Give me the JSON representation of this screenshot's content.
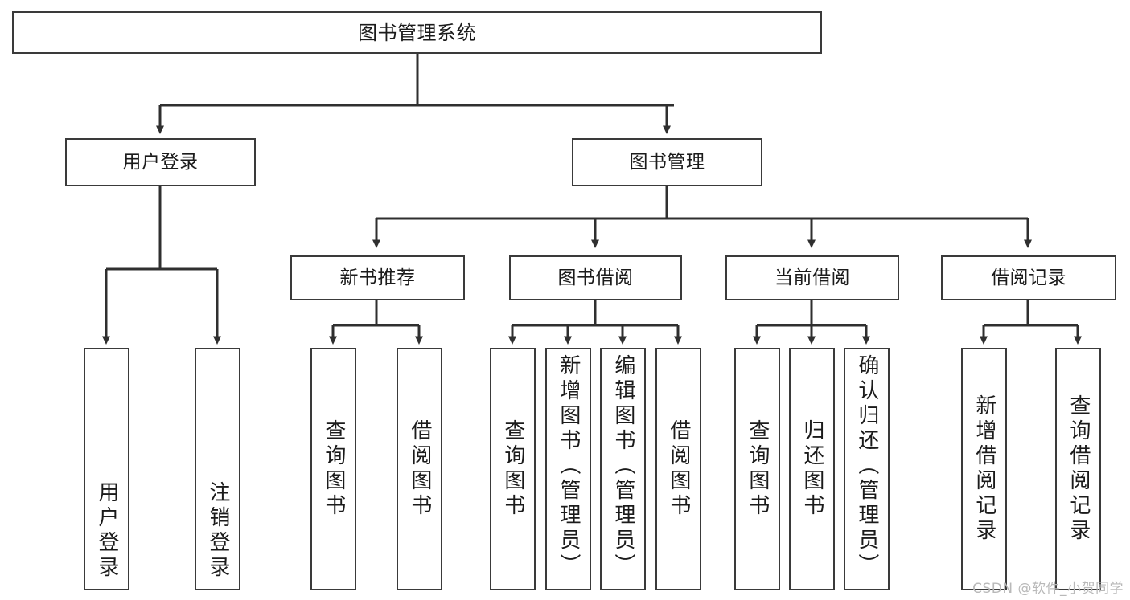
{
  "diagram": {
    "title": "图书管理系统",
    "type": "tree-hierarchy",
    "watermark": "CSDN @软件_小贺同学",
    "colors": {
      "box_border": "#3a3a3a",
      "box_fill": "#ffffff",
      "connector": "#2f2f2f",
      "text": "#1b1b1b",
      "watermark": "#b9b9b9",
      "background": "#ffffff"
    },
    "root": {
      "label": "图书管理系统"
    },
    "level2": [
      {
        "label": "用户登录"
      },
      {
        "label": "图书管理"
      }
    ],
    "level3": [
      {
        "label": "新书推荐"
      },
      {
        "label": "图书借阅"
      },
      {
        "label": "当前借阅"
      },
      {
        "label": "借阅记录"
      }
    ],
    "leaves": {
      "user_login": [
        {
          "label": "用户登录"
        },
        {
          "label": "注销登录"
        }
      ],
      "new_book_recommend": [
        {
          "label": "查询图书"
        },
        {
          "label": "借阅图书"
        }
      ],
      "book_borrow": [
        {
          "label": "查询图书"
        },
        {
          "label": "新增图书（管理员）"
        },
        {
          "label": "编辑图书（管理员）"
        },
        {
          "label": "借阅图书"
        }
      ],
      "current_borrow": [
        {
          "label": "查询图书"
        },
        {
          "label": "归还图书"
        },
        {
          "label": "确认归还（管理员）"
        }
      ],
      "borrow_record": [
        {
          "label": "新增借阅记录"
        },
        {
          "label": "查询借阅记录"
        }
      ]
    }
  }
}
